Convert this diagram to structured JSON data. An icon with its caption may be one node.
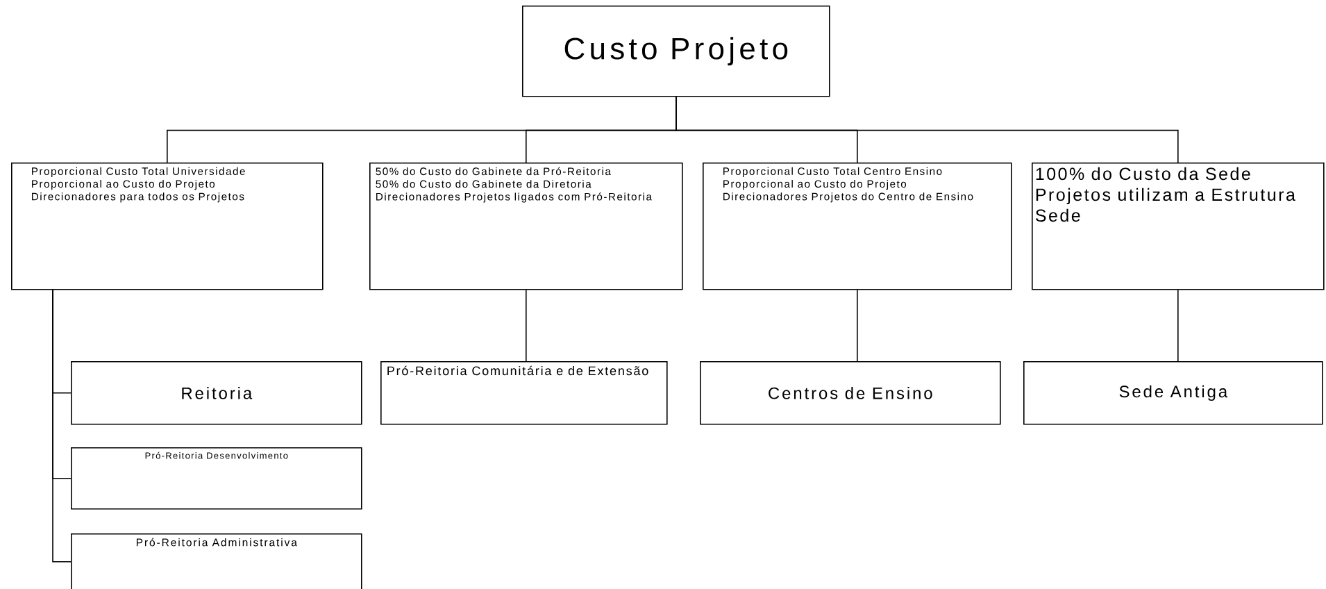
{
  "diagram": {
    "nodes": [
      {
        "text": [
          "Custo Projeto"
        ]
      },
      {
        "text": [
          "Proporcional Custo Total Universidade",
          "Proporcional ao Custo do Projeto",
          "Direcionadores para todos os Projetos"
        ]
      },
      {
        "text": [
          "50% do Custo do Gabinete da Pró-Reitoria",
          "50% do Custo do Gabinete da Diretoria",
          "Direcionadores Projetos ligados com Pró-Reitoria"
        ]
      },
      {
        "text": [
          "Proporcional Custo Total Centro Ensino",
          "Proporcional ao Custo do Projeto",
          "Direcionadores Projetos do Centro de Ensino"
        ]
      },
      {
        "text": [
          "100% do Custo da Sede",
          "Projetos utilizam a Estrutura Sede"
        ]
      },
      {
        "text": [
          "Reitoria"
        ]
      },
      {
        "text": [
          "Pró-Reitoria Desenvolvimento"
        ]
      },
      {
        "text": [
          "Pró-Reitoria Administrativa"
        ]
      },
      {
        "text": [
          "Pró-Reitoria Comunitária e de Extensão"
        ]
      },
      {
        "text": [
          "Centros de Ensino"
        ]
      },
      {
        "text": [
          "Sede Antiga"
        ]
      }
    ],
    "edges": [
      {
        "from": 0,
        "to": 1,
        "arrow": "none"
      },
      {
        "from": 0,
        "to": 2,
        "arrow": "none"
      },
      {
        "from": 0,
        "to": 3,
        "arrow": "none"
      },
      {
        "from": 0,
        "to": 4,
        "arrow": "none"
      },
      {
        "from": 1,
        "to": 5,
        "arrow": "none"
      },
      {
        "from": 1,
        "to": 6,
        "arrow": "none"
      },
      {
        "from": 1,
        "to": 7,
        "arrow": "none"
      },
      {
        "from": 2,
        "to": 8,
        "arrow": "none"
      },
      {
        "from": 3,
        "to": 9,
        "arrow": "none"
      },
      {
        "from": 4,
        "to": 10,
        "arrow": "none"
      }
    ]
  }
}
